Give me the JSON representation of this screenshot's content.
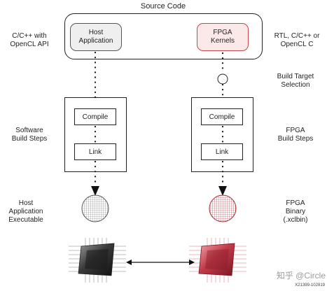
{
  "title": "Source Code",
  "left_labels": {
    "api": [
      "C/C++ with",
      "OpenCL API"
    ],
    "build_steps": [
      "Software",
      "Build Steps"
    ],
    "executable": [
      "Host",
      "Application",
      "Executable"
    ]
  },
  "right_labels": {
    "source": [
      "RTL, C/C++ or",
      "OpenCL C"
    ],
    "target": [
      "Build Target",
      "Selection"
    ],
    "build_steps": [
      "FPGA",
      "Build Steps"
    ],
    "binary": [
      "FPGA",
      "Binary",
      "(.xclbin)"
    ]
  },
  "host_app": [
    "Host",
    "Application"
  ],
  "fpga_kernels": [
    "FPGA",
    "Kernels"
  ],
  "left_steps": {
    "compile": "Compile",
    "link": "Link"
  },
  "right_steps": {
    "compile": "Compile",
    "link": "Link"
  },
  "watermark": "知乎 @Circle",
  "figure_code": "X21399-102819",
  "colors": {
    "fpga": "#c5474f",
    "host": "#555555"
  }
}
